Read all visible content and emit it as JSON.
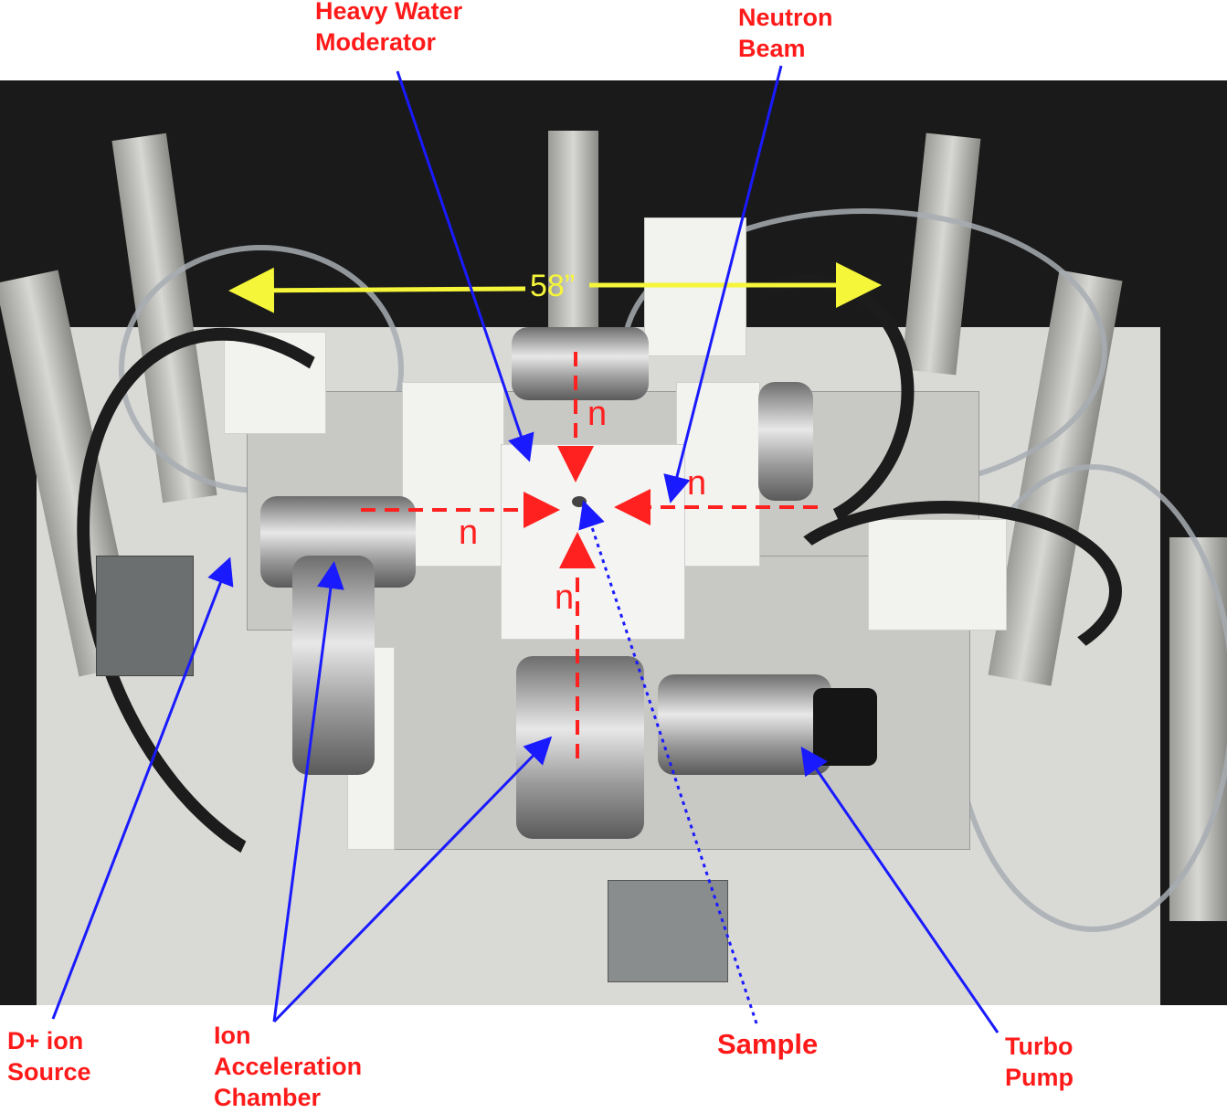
{
  "labels": {
    "heavy_water_moderator": "Heavy Water\nModerator",
    "neutron_beam": "Neutron\nBeam",
    "d_ion_source": "D+ ion\nSource",
    "ion_acceleration_chamber": "Ion\nAcceleration\nChamber",
    "sample": "Sample",
    "turbo_pump": "Turbo\nPump"
  },
  "dimension": {
    "value": "58”"
  },
  "neutron_markers": [
    "n",
    "n",
    "n",
    "n"
  ],
  "colors": {
    "label_text": "#ff1a1a",
    "pointer_arrows": "#1a1aff",
    "neutron_arrows": "#ff2020",
    "dimension_arrow": "#f5f53a"
  }
}
